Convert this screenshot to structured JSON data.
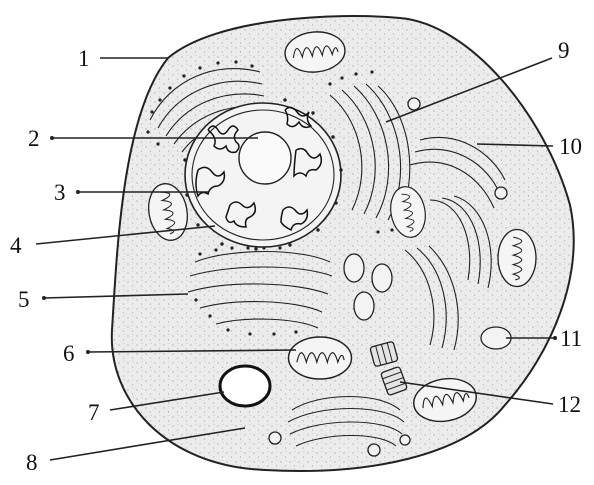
{
  "diagram": {
    "colors": {
      "ink": "#222222",
      "cytoplasm": "#e9e9e9",
      "background": "#ffffff"
    },
    "labels": [
      {
        "id": "1",
        "text": "1"
      },
      {
        "id": "2",
        "text": "2"
      },
      {
        "id": "3",
        "text": "3"
      },
      {
        "id": "4",
        "text": "4"
      },
      {
        "id": "5",
        "text": "5"
      },
      {
        "id": "6",
        "text": "6"
      },
      {
        "id": "7",
        "text": "7"
      },
      {
        "id": "8",
        "text": "8"
      },
      {
        "id": "9",
        "text": "9"
      },
      {
        "id": "10",
        "text": "10"
      },
      {
        "id": "11",
        "text": "11"
      },
      {
        "id": "12",
        "text": "12"
      }
    ]
  }
}
